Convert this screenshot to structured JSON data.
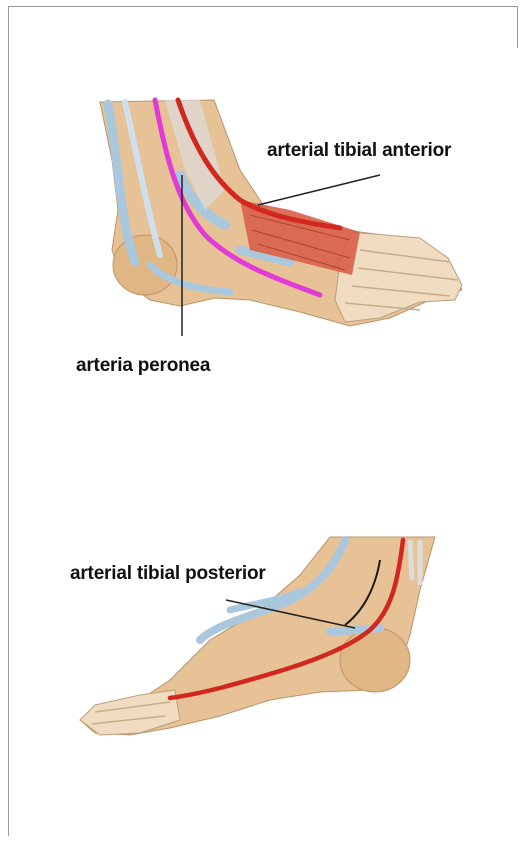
{
  "labels": {
    "tibial_anterior": "arterial tibial anterior",
    "peronea": "arteria peronea",
    "tibial_posterior": "arterial tibial posterior"
  },
  "colors": {
    "artery_red": "#d0281f",
    "artery_magenta": "#e23ad6",
    "bone": "#e8c79a",
    "tendon_blue": "#a9c8de",
    "muscle": "#d8604a"
  }
}
